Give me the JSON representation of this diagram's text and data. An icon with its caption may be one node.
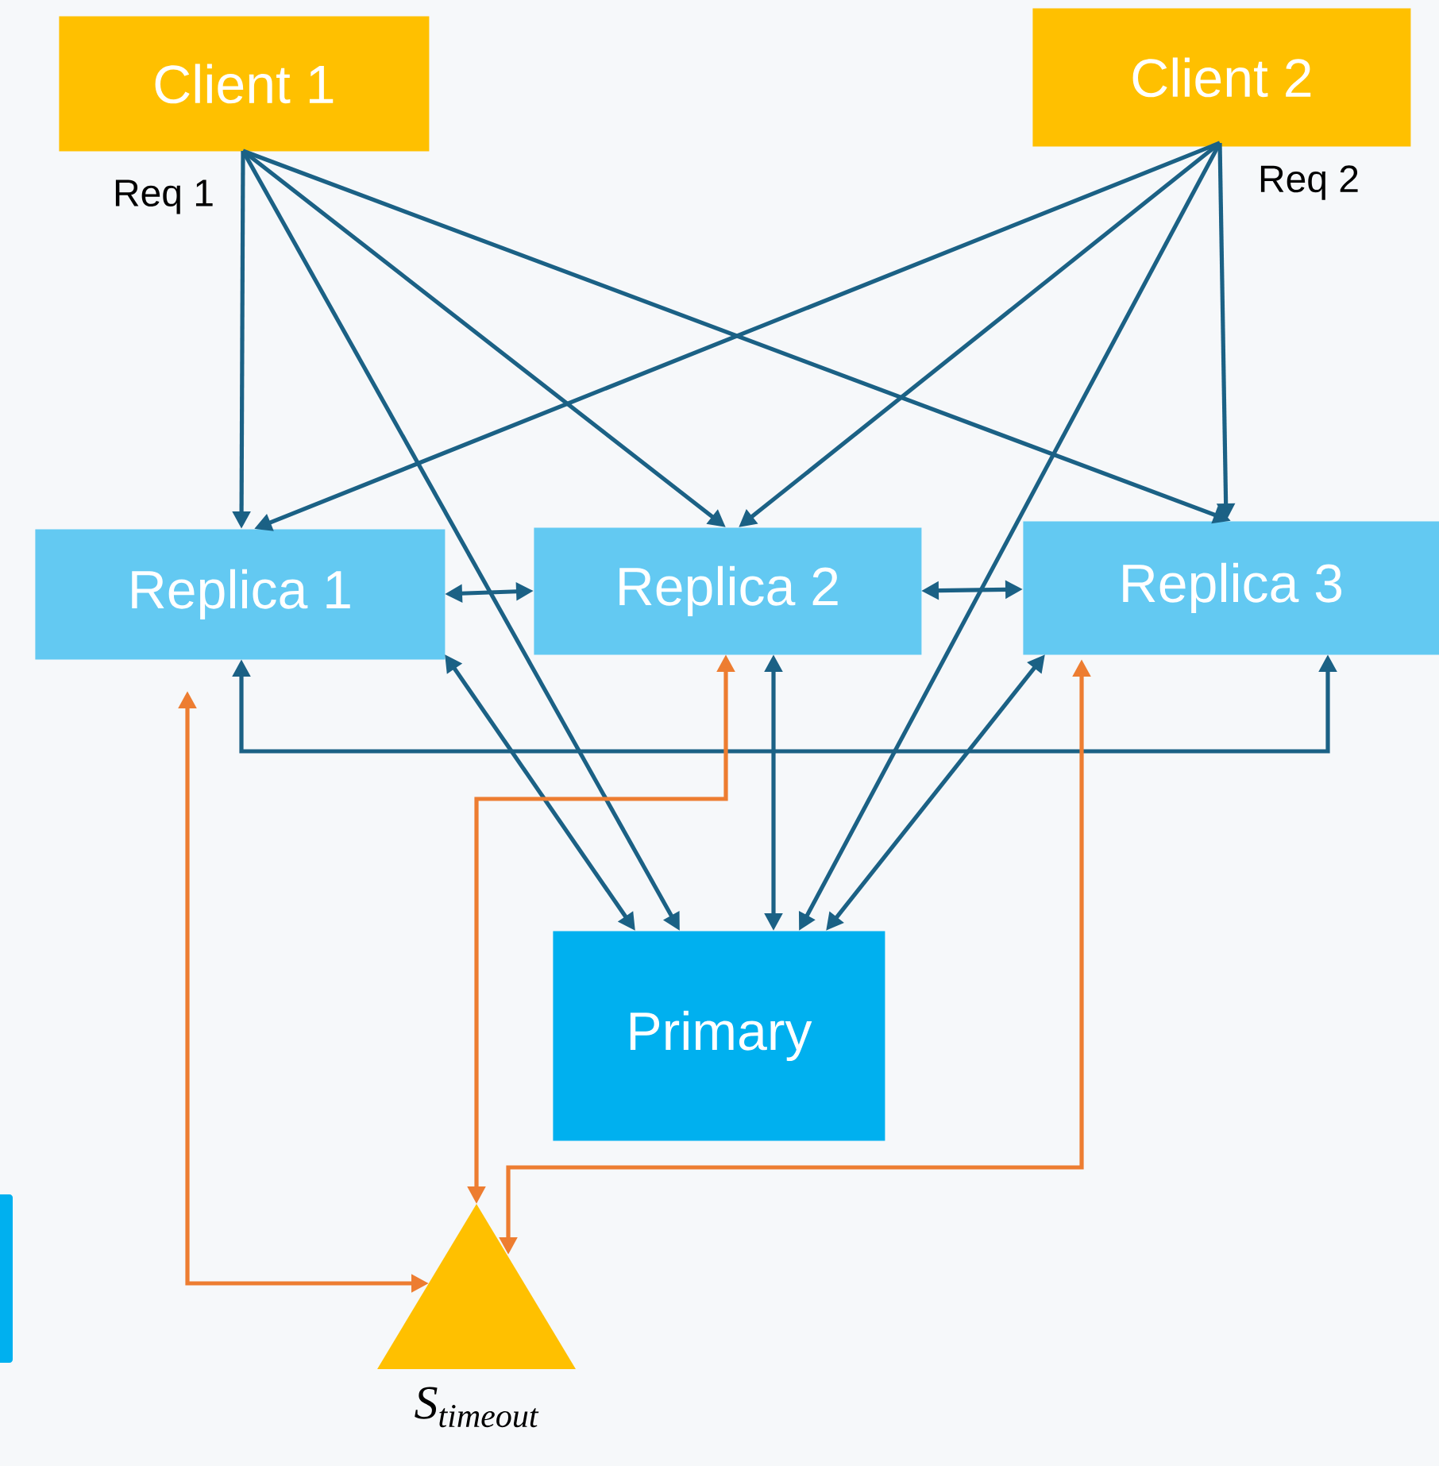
{
  "diagram": {
    "nodes": [
      {
        "text": [
          "Client 1"
        ],
        "beside": [
          "Req 1"
        ]
      },
      {
        "text": [
          "Client 2"
        ],
        "beside": [
          "Req 2"
        ]
      },
      {
        "text": [
          "Replica 1"
        ]
      },
      {
        "text": [
          "Replica 2"
        ]
      },
      {
        "text": [
          "Replica 3"
        ]
      },
      {
        "text": [
          "Primary"
        ]
      },
      {
        "text": [],
        "shape": "triangle",
        "beside": [
          "S$_{timeout}$"
        ]
      }
    ],
    "edges": [
      {
        "from": 0,
        "to": 2,
        "arrow": "to"
      },
      {
        "from": 0,
        "to": 3,
        "arrow": "to"
      },
      {
        "from": 0,
        "to": 4,
        "arrow": "to"
      },
      {
        "from": 0,
        "to": 5,
        "arrow": "to"
      },
      {
        "from": 1,
        "to": 2,
        "arrow": "to"
      },
      {
        "from": 1,
        "to": 3,
        "arrow": "to"
      },
      {
        "from": 1,
        "to": 4,
        "arrow": "to"
      },
      {
        "from": 1,
        "to": 5,
        "arrow": "to"
      },
      {
        "from": 2,
        "to": 3,
        "arrow": "both"
      },
      {
        "from": 3,
        "to": 4,
        "arrow": "both"
      },
      {
        "from": 2,
        "to": 4,
        "arrow": "both"
      },
      {
        "from": 2,
        "to": 5,
        "arrow": "both"
      },
      {
        "from": 3,
        "to": 5,
        "arrow": "both"
      },
      {
        "from": 4,
        "to": 5,
        "arrow": "both"
      },
      {
        "from": 2,
        "to": 6,
        "arrow": "both",
        "color": "#ed7d31"
      },
      {
        "from": 3,
        "to": 6,
        "arrow": "both",
        "color": "#ed7d31"
      },
      {
        "from": 4,
        "to": 6,
        "arrow": "both",
        "color": "#ed7d31"
      }
    ]
  }
}
